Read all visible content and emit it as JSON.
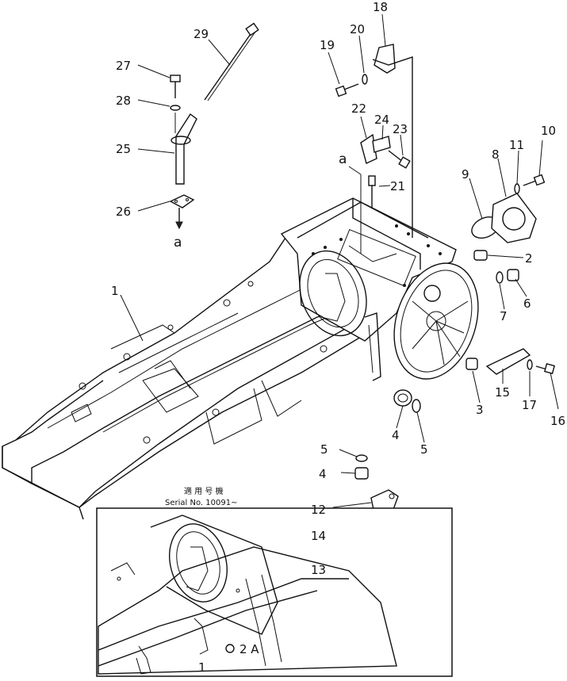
{
  "diagram": {
    "callouts": [
      {
        "label": "1"
      },
      {
        "label": "2"
      },
      {
        "label": "3"
      },
      {
        "label": "4"
      },
      {
        "label": "4"
      },
      {
        "label": "5"
      },
      {
        "label": "5"
      },
      {
        "label": "6"
      },
      {
        "label": "7"
      },
      {
        "label": "8"
      },
      {
        "label": "9"
      },
      {
        "label": "10"
      },
      {
        "label": "11"
      },
      {
        "label": "12"
      },
      {
        "label": "13"
      },
      {
        "label": "14"
      },
      {
        "label": "15"
      },
      {
        "label": "16"
      },
      {
        "label": "17"
      },
      {
        "label": "18"
      },
      {
        "label": "19"
      },
      {
        "label": "20"
      },
      {
        "label": "21"
      },
      {
        "label": "22"
      },
      {
        "label": "23"
      },
      {
        "label": "24"
      },
      {
        "label": "25"
      },
      {
        "label": "26"
      },
      {
        "label": "27"
      },
      {
        "label": "28"
      },
      {
        "label": "29"
      },
      {
        "label": "1"
      },
      {
        "label": "2 A"
      }
    ],
    "reference_letter_top": "a",
    "reference_letter_bottom": "a",
    "inset": {
      "serial_jp": "適 用 号 機",
      "serial_en": "Serial No. 10091~"
    }
  }
}
